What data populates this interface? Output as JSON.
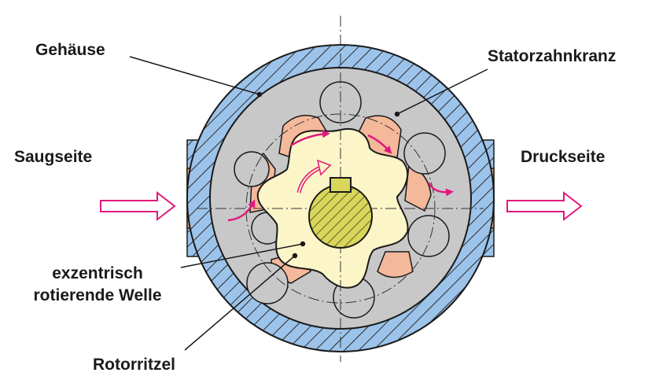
{
  "labels": {
    "housing": "Gehäuse",
    "stator_ring": "Statorzahnkranz",
    "suction_side": "Saugseite",
    "pressure_side": "Druckseite",
    "shaft_line1": "exzentrisch",
    "shaft_line2": "rotierende Welle",
    "rotor_pinion": "Rotorritzel"
  },
  "colors": {
    "housing_fill": "#9cc3ea",
    "stator_fill": "#c8c8c8",
    "chamber_fill": "#f4b89a",
    "port_fill": "#f3b291",
    "rotor_fill": "#fbf5c8",
    "shaft_fill": "#d9d65c",
    "arrow_color": "#e0197d",
    "line_color": "#1a1a1a"
  }
}
